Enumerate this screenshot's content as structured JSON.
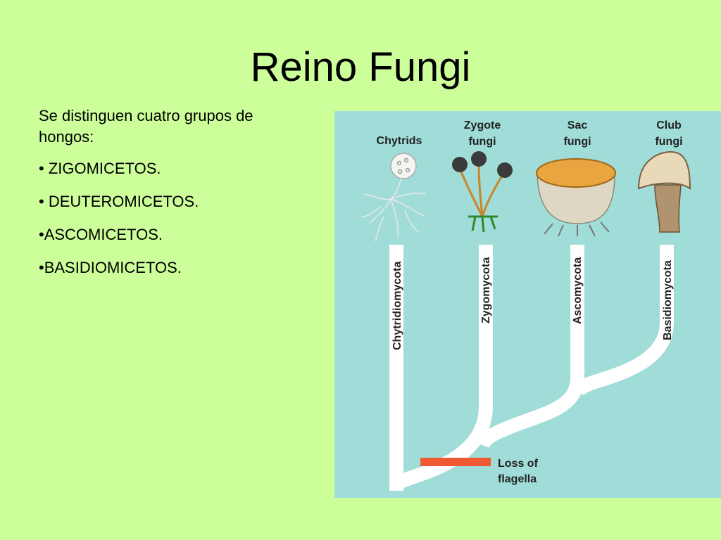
{
  "colors": {
    "background": "#ccff99",
    "panel": "#a0dcd8",
    "branch": "#ffffff",
    "flagella_bar": "#f05a32",
    "text": "#000000"
  },
  "slide": {
    "title": "Reino Fungi",
    "intro": "Se distinguen cuatro grupos de hongos:",
    "bullets": [
      "• ZIGOMICETOS.",
      "• DEUTEROMICETOS.",
      "•ASCOMICETOS.",
      "•BASIDIOMICETOS."
    ]
  },
  "figure": {
    "groups": [
      {
        "common_line1": "Chytrids",
        "common_line2": "",
        "phylum": "Chytridiomycota",
        "icon": "chytrid-icon"
      },
      {
        "common_line1": "Zygote",
        "common_line2": "fungi",
        "phylum": "Zygomycota",
        "icon": "zygote-fungus-icon"
      },
      {
        "common_line1": "Sac",
        "common_line2": "fungi",
        "phylum": "Ascomycota",
        "icon": "sac-fungus-icon"
      },
      {
        "common_line1": "Club",
        "common_line2": "fungi",
        "phylum": "Basidiomycota",
        "icon": "mushroom-icon"
      }
    ],
    "event": {
      "line1": "Loss of",
      "line2": "flagella"
    }
  }
}
